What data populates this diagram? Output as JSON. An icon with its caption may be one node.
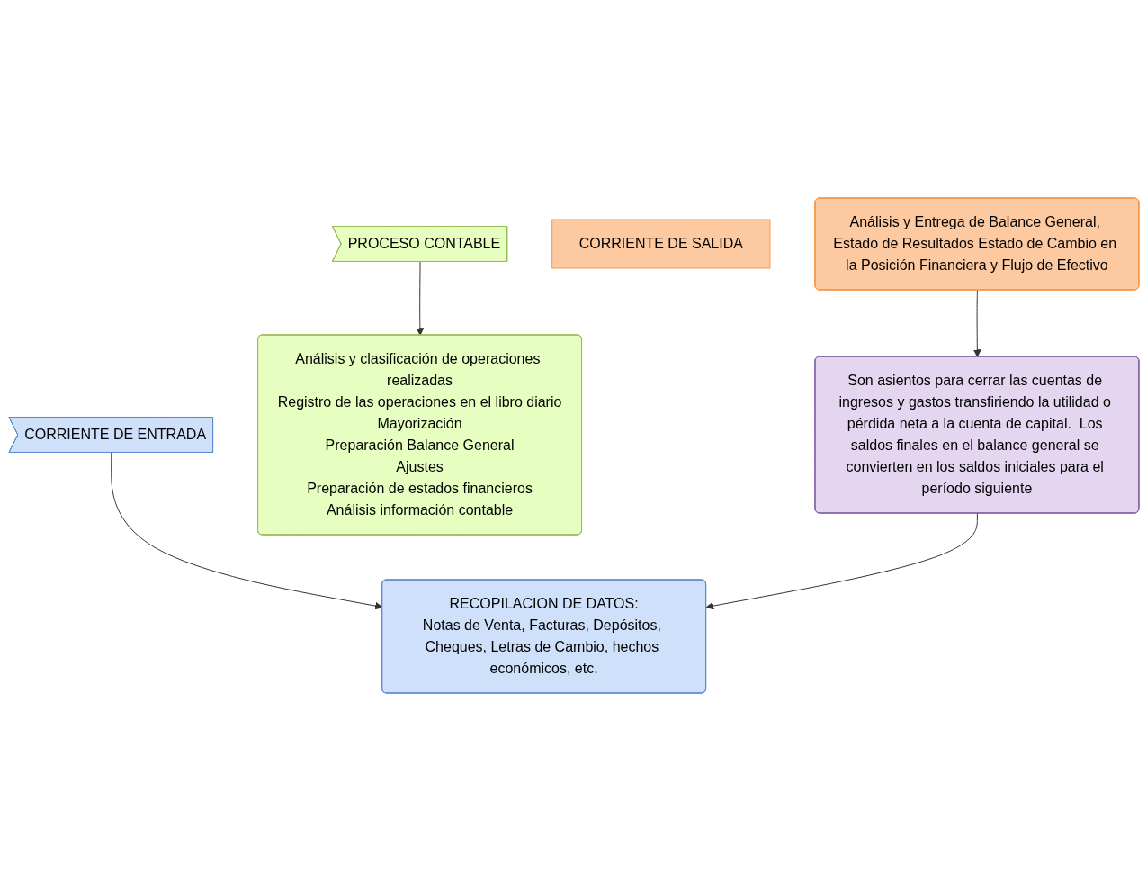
{
  "diagram": {
    "nodes": [
      {
        "text": [
          "CORRIENTE DE ENTRADA"
        ]
      },
      {
        "text": [
          "PROCESO CONTABLE"
        ]
      },
      {
        "text": [
          "CORRIENTE DE SALIDA"
        ]
      },
      {
        "text": [
          "RECOPILACION DE DATOS:",
          "Notas de Venta, Facturas, Depósitos, Cheques, Letras de Cambio, hechos económicos, etc."
        ]
      },
      {
        "text": [
          "Análisis y clasificación de operaciones realizadas",
          "Registro de las operaciones en el libro diario",
          "Mayorización",
          "Preparación Balance General",
          "Ajustes",
          "Preparación de estados financieros",
          "Análisis información contable"
        ]
      },
      {
        "text": [
          "Análisis y Entrega de Balance General, Estado de Resultados Estado de Cambio en la Posición Financiera y Flujo de Efectivo"
        ]
      },
      {
        "text": [
          "Son asientos para cerrar las cuentas de ingresos y gastos transfiriendo la utilidad o pérdida neta a la cuenta de capital.  Los saldos finales en el balance general se convierten en los saldos iniciales para el período siguiente"
        ]
      }
    ],
    "edges": [
      {
        "from": 0,
        "to": 3,
        "arrow": "to"
      },
      {
        "from": 1,
        "to": 4,
        "arrow": "to"
      },
      {
        "from": 5,
        "to": 6,
        "arrow": "to"
      },
      {
        "from": 6,
        "to": 3,
        "arrow": "to"
      }
    ]
  }
}
